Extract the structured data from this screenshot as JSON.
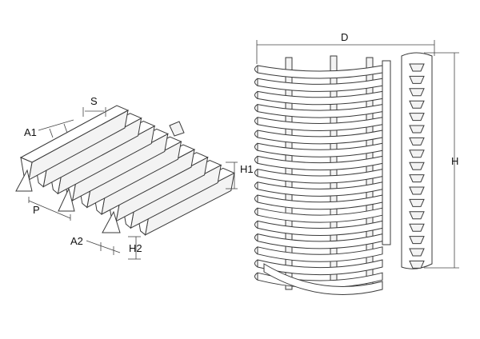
{
  "labels": {
    "S": "S",
    "A1": "A1",
    "H1": "H1",
    "P": "P",
    "A2": "A2",
    "H2": "H2",
    "D": "D",
    "H": "H"
  }
}
